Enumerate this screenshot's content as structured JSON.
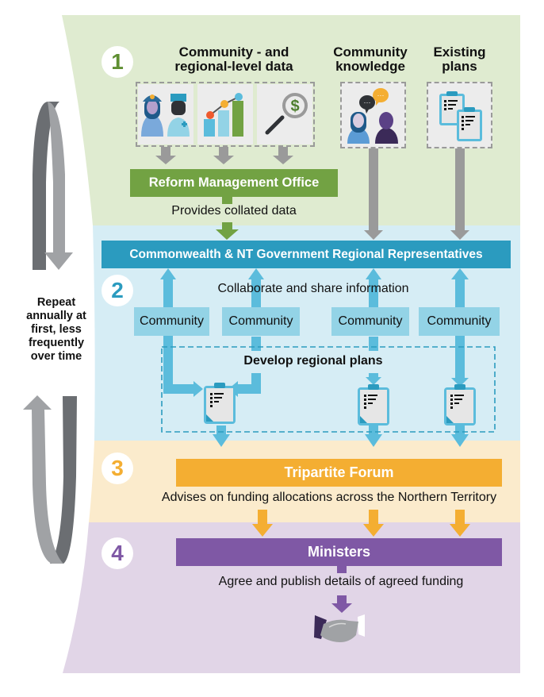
{
  "colors": {
    "step1_bg": "#dfebd0",
    "step2_bg": "#d6edf5",
    "step3_bg": "#fbebcc",
    "step4_bg": "#e1d5e7",
    "green": "#72a243",
    "teal": "#2b9bbf",
    "light_blue": "#5bbcdc",
    "orange": "#f4ae32",
    "purple": "#7f58a5",
    "grey_arrow": "#9a9a9a",
    "cycle_dark": "#6b6e72",
    "cycle_light": "#a0a2a5"
  },
  "cycle": {
    "label": "Repeat annually at first, less frequently over time",
    "lines": [
      "Repeat",
      "annually at",
      "first, less",
      "frequently",
      "over time"
    ]
  },
  "step1": {
    "number": "1",
    "sources": [
      {
        "label_lines": [
          "Community - and",
          "regional-level data"
        ],
        "icons": [
          "police-and-nurse-icon",
          "bar-chart-icon",
          "magnifier-dollar-icon"
        ]
      },
      {
        "label_lines": [
          "Community",
          "knowledge"
        ],
        "icons": [
          "people-talking-icon"
        ]
      },
      {
        "label_lines": [
          "Existing",
          "plans"
        ],
        "icons": [
          "plans-clipboard-icon"
        ]
      }
    ],
    "office": "Reform Management Office",
    "office_caption": "Provides collated data"
  },
  "step2": {
    "number": "2",
    "representatives": "Commonwealth & NT Government Regional Representatives",
    "collaborate": "Collaborate and share information",
    "communities": [
      "Community",
      "Community",
      "Community",
      "Community"
    ],
    "develop": "Develop regional plans"
  },
  "step3": {
    "number": "3",
    "forum": "Tripartite Forum",
    "caption": "Advises on funding allocations across the Northern Territory"
  },
  "step4": {
    "number": "4",
    "ministers": "Ministers",
    "caption": "Agree and publish details of agreed funding",
    "icon": "handshake-icon"
  }
}
